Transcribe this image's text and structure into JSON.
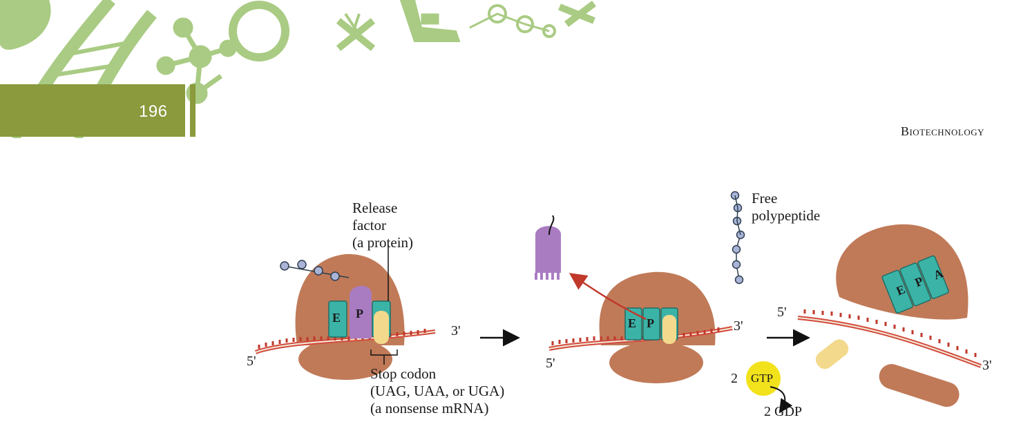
{
  "header": {
    "page_number": "196",
    "running_title": "Biotechnology"
  },
  "figure": {
    "release_factor_label": [
      "Release",
      "factor",
      "(a protein)"
    ],
    "free_polypeptide_label": [
      "Free",
      "polypeptide"
    ],
    "stop_codon_label": [
      "Stop codon",
      "(UAG, UAA, or UGA)",
      "(a nonsense mRNA)"
    ],
    "five_prime": "5'",
    "three_prime": "3'",
    "site_e": "E",
    "site_p": "P",
    "site_a": "A",
    "gtp_count": "2",
    "gtp_label": "GTP",
    "gdp_label": "2 GDP",
    "colors": {
      "ribosome": "#c07a58",
      "ribosome_dark": "#a35f42",
      "site_box": "#3cb3a7",
      "release_factor": "#f3d98b",
      "polypeptide_purple": "#a97cc2",
      "mrna": "#d24a3c",
      "gtp": "#f2e21c",
      "header_green": "#8a9a3c",
      "banner_green": "#a9cb83"
    }
  }
}
